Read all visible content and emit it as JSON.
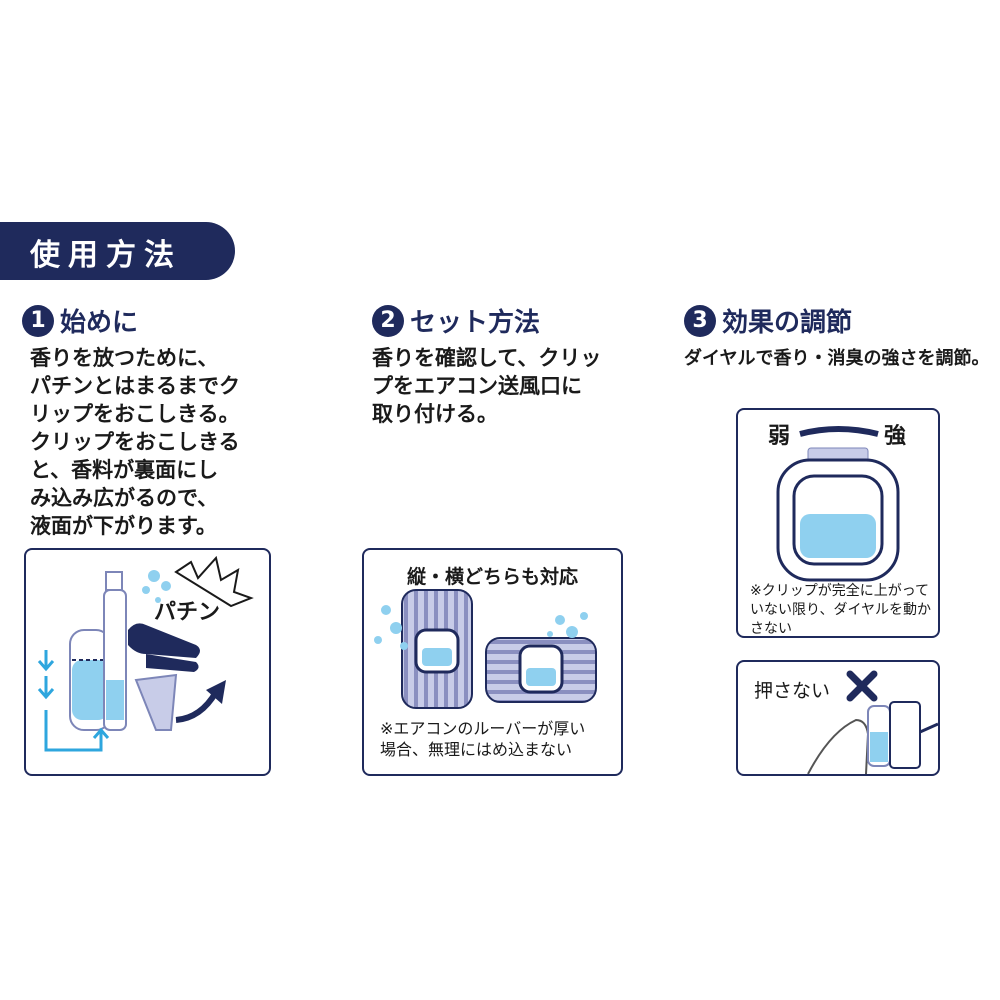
{
  "header": {
    "title": "使用方法"
  },
  "steps": [
    {
      "number": "1",
      "title": "始めに",
      "description": "香りを放つために、\nパチンとはまるまでク\nリップをおこしきる。\nクリップをおこしきる\nと、香料が裏面にし\nみ込み広がるので、\n液面が下がります。",
      "panel": {
        "sound_label": "パチン"
      }
    },
    {
      "number": "2",
      "title": "セット方法",
      "description": "香りを確認して、クリッ\nプをエアコン送風口に\n取り付ける。",
      "panel": {
        "heading": "縦・横どちらも対応",
        "note": "※エアコンのルーバーが厚い\n場合、無理にはめ込まない"
      }
    },
    {
      "number": "3",
      "title": "効果の調節",
      "description": "ダイヤルで香り・消臭の強さを調節。",
      "panel": {
        "weak_label": "弱",
        "strong_label": "強",
        "note": "※クリップが完全に上がって\nいない限り、ダイヤルを動か\nさない"
      },
      "panel2": {
        "label": "押さない"
      }
    }
  ],
  "colors": {
    "navy": "#1f2a5c",
    "light_blue": "#8fd0ef",
    "stripe": "#8a8fc0"
  },
  "icons": [
    "cross-icon",
    "arrow-down-icon",
    "curved-arrow-icon"
  ]
}
